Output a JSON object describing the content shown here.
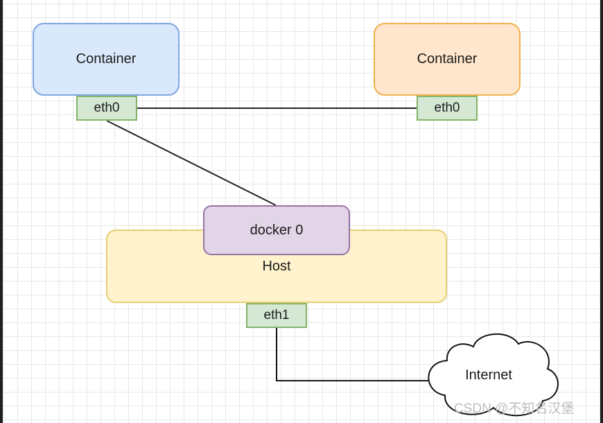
{
  "diagram": {
    "container_left": {
      "label": "Container",
      "color": "#dae8fc"
    },
    "container_right": {
      "label": "Container",
      "color": "#ffe6cc"
    },
    "eth0_left": "eth0",
    "eth0_right": "eth0",
    "docker_bridge": {
      "label": "docker 0",
      "color": "#e1d5e7"
    },
    "host": {
      "label": "Host",
      "color": "#fff2cc"
    },
    "eth1": "eth1",
    "internet": "Internet",
    "port_color": "#d5e8d4"
  },
  "watermark": "CSDN @不知名汉堡"
}
